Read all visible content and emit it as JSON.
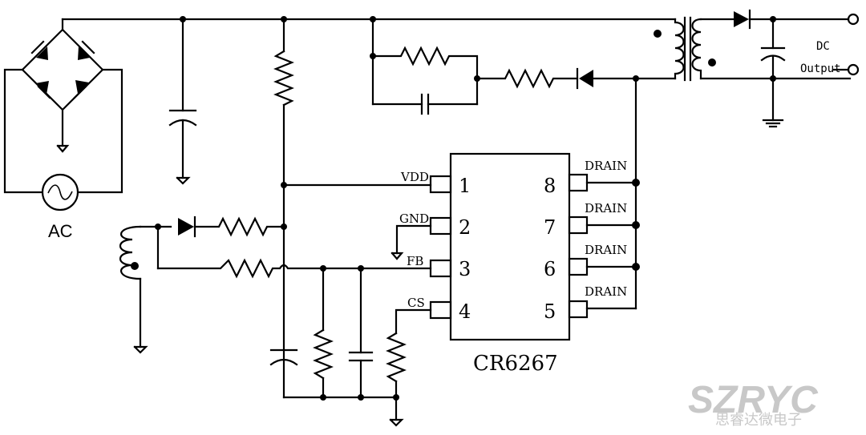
{
  "diagram": {
    "ic_name": "CR6267",
    "pins_left": [
      {
        "num": "1",
        "label": "VDD"
      },
      {
        "num": "2",
        "label": "GND"
      },
      {
        "num": "3",
        "label": "FB"
      },
      {
        "num": "4",
        "label": "CS"
      }
    ],
    "pins_right": [
      {
        "num": "8",
        "label": "DRAIN"
      },
      {
        "num": "7",
        "label": "DRAIN"
      },
      {
        "num": "6",
        "label": "DRAIN"
      },
      {
        "num": "5",
        "label": "DRAIN"
      }
    ],
    "ac_label": "AC",
    "output_label_1": "DC",
    "output_label_2": "Output",
    "watermark_logo": "SZRYC",
    "watermark_text": "思睿达微电子"
  }
}
